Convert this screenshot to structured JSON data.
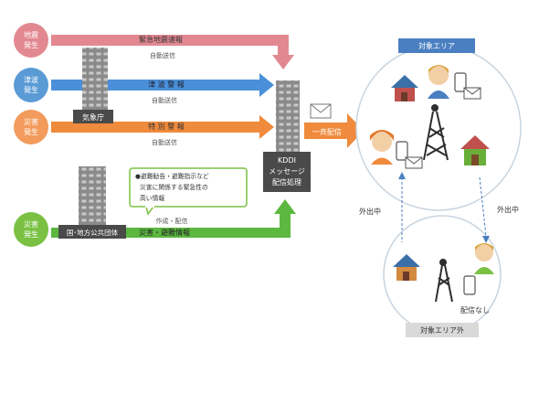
{
  "sources": {
    "earthquake": {
      "label": "地震\n発生",
      "color": "#e28890"
    },
    "tsunami": {
      "label": "津波\n発生",
      "color": "#5b9bd5"
    },
    "disaster": {
      "label": "災害\n発生",
      "color": "#f39b5c"
    },
    "disaster_local": {
      "label": "災害\n発生",
      "color": "#7ac143"
    }
  },
  "arrows": {
    "eew": {
      "title": "緊急地震速報",
      "sub": "自動送信",
      "color": "#e28890"
    },
    "tsunami": {
      "title": "津 波 警 報",
      "sub": "自動送信",
      "color": "#4a8fd8"
    },
    "special": {
      "title": "特 別 警 報",
      "sub": "自動送信",
      "color": "#f08a3c"
    },
    "local": {
      "title": "災害・避難情報",
      "sub": "作成・配信",
      "color": "#5cb840"
    }
  },
  "buildings": {
    "jma": "気象庁",
    "local_gov": "国･地方公共団体",
    "kddi": "KDDI\nメッセージ\n配信処理"
  },
  "local_note": "●避難勧告・避難指示など\n災害に関係する緊急性の\n高い情報",
  "broadcast_label": "一斉配信",
  "areas": {
    "inside_title": "対象エリア",
    "outside_title": "対象エリア外",
    "going_out_left": "外出中",
    "going_out_right": "外出中",
    "no_delivery": "配信なし"
  },
  "colors": {
    "gray_bubble": "#9a9a9a",
    "area_title_bg": "#4a7fc1",
    "outside_title_bg": "#d9d9d9",
    "building": "#8c8c8c"
  }
}
